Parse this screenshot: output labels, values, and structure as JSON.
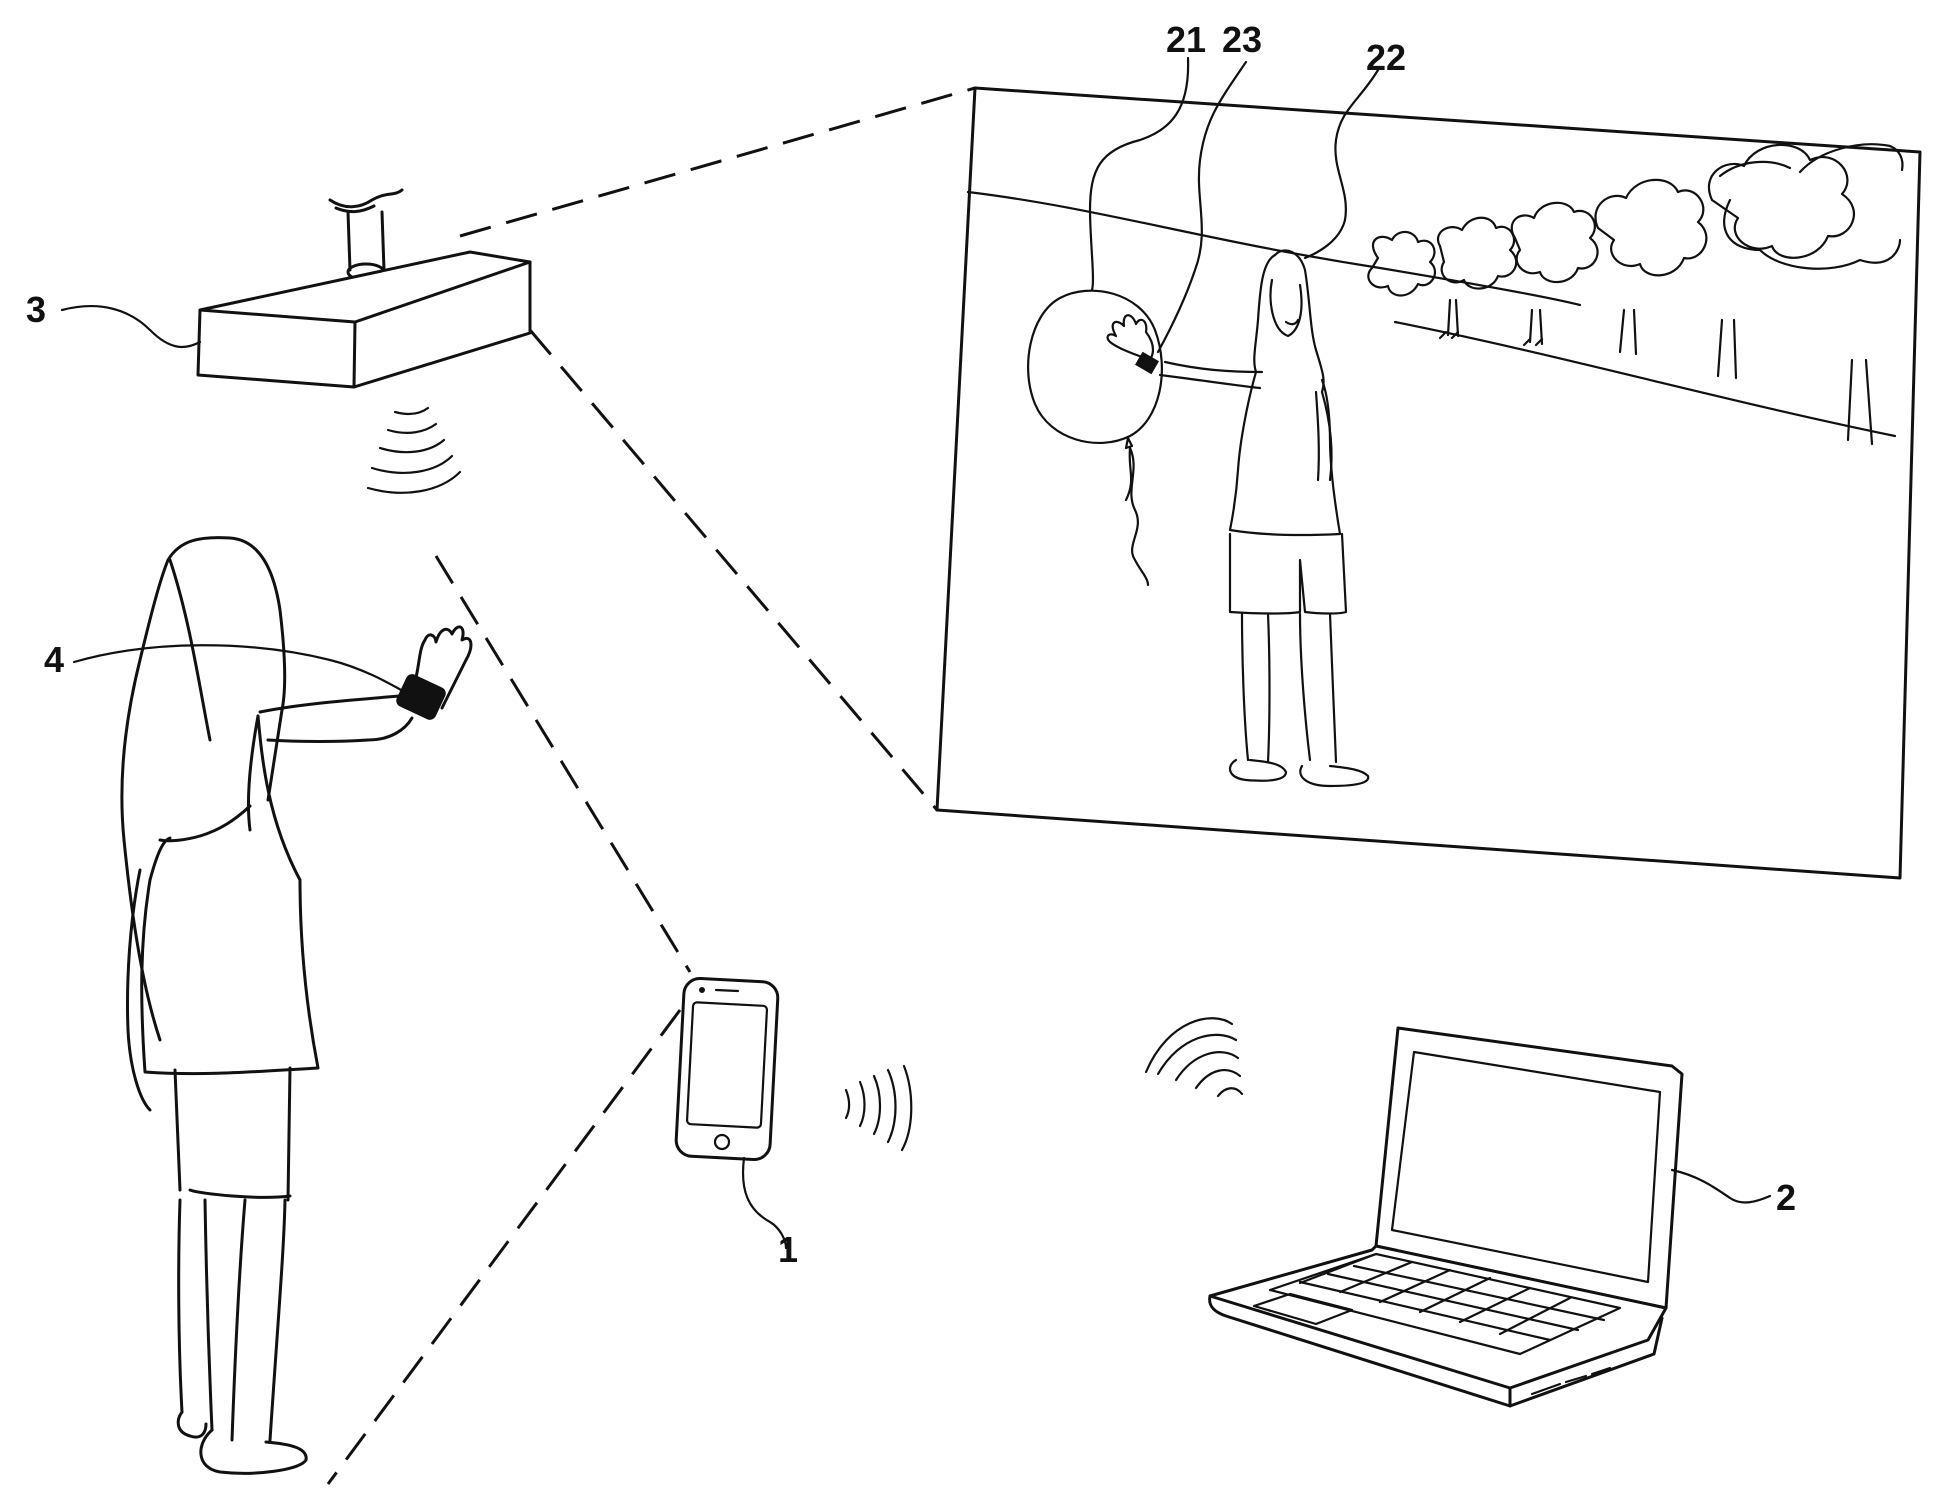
{
  "figure": {
    "labels": {
      "phone": "1",
      "laptop": "2",
      "projector": "3",
      "wristband": "4",
      "balloon": "21",
      "projected_person": "22",
      "projected_wristband": "23"
    },
    "icons": [
      "projector-icon",
      "smartphone-icon",
      "laptop-icon",
      "wristband-icon",
      "wireless-signal-icon",
      "balloon-icon",
      "tree-icon",
      "person-icon"
    ]
  }
}
